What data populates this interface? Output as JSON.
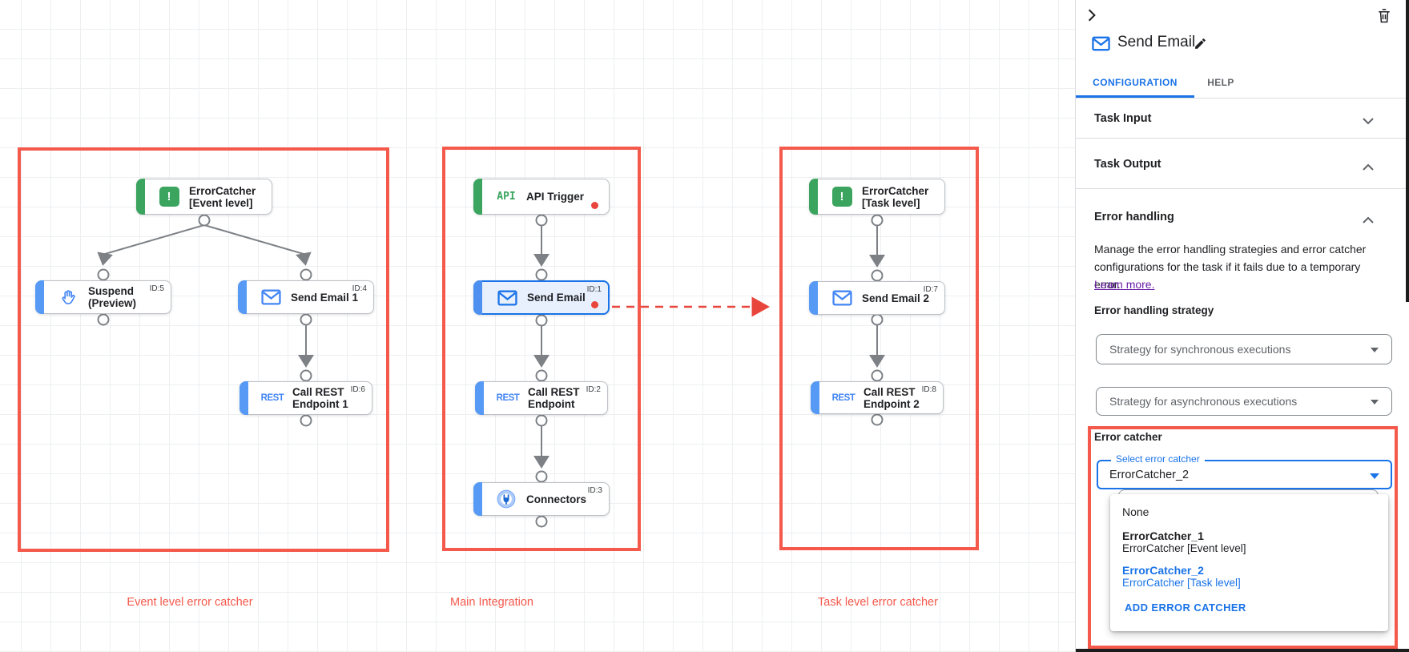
{
  "canvas": {
    "group_labels": [
      "Event level error catcher",
      "Main Integration",
      "Task level error catcher"
    ],
    "icon_texts": {
      "api": "API",
      "rest": "REST",
      "error": "!"
    },
    "nodes": [
      {
        "line1": "ErrorCatcher",
        "line2": "[Event level]",
        "badge": ""
      },
      {
        "line1": "Suspend",
        "line2": "(Preview)",
        "badge": "ID:5"
      },
      {
        "line1": "Send Email 1",
        "line2": "",
        "badge": "ID:4"
      },
      {
        "line1": "Call REST",
        "line2": "Endpoint 1",
        "badge": "ID:6"
      },
      {
        "line1": "API Trigger",
        "line2": "",
        "badge": ""
      },
      {
        "line1": "Send Email",
        "line2": "",
        "badge": "ID:1"
      },
      {
        "line1": "Call REST",
        "line2": "Endpoint",
        "badge": "ID:2"
      },
      {
        "line1": "Connectors",
        "line2": "",
        "badge": "ID:3"
      },
      {
        "line1": "ErrorCatcher",
        "line2": "[Task level]",
        "badge": ""
      },
      {
        "line1": "Send Email 2",
        "line2": "",
        "badge": "ID:7"
      },
      {
        "line1": "Call REST",
        "line2": "Endpoint 2",
        "badge": "ID:8"
      }
    ]
  },
  "panel": {
    "title": "Send Email",
    "tabs": {
      "configuration": "CONFIGURATION",
      "help": "HELP"
    },
    "sections": {
      "task_input": "Task Input",
      "task_output": "Task Output",
      "error_handling": "Error handling"
    },
    "error_handling": {
      "description": "Manage the error handling strategies and error catcher configurations for the task if it fails due to a temporary error.",
      "learn_more": "Learn more.",
      "strategy_label": "Error handling strategy",
      "sync_dropdown": "Strategy for synchronous executions",
      "async_dropdown": "Strategy for asynchronous executions",
      "error_catcher_label": "Error catcher",
      "select_label": "Select error catcher",
      "select_value": "ErrorCatcher_2",
      "menu": {
        "none": "None",
        "option1_name": "ErrorCatcher_1",
        "option1_desc": "ErrorCatcher [Event level]",
        "option2_name": "ErrorCatcher_2",
        "option2_desc": "ErrorCatcher [Task level]",
        "add_button": "ADD ERROR CATCHER"
      }
    },
    "colors": {
      "accent": "#1a73e8",
      "annotation_red": "#f4594c",
      "error_red": "#e8453c",
      "green": "#3ba45f",
      "task_blue": "#569af6",
      "link_purple": "#681da8"
    }
  }
}
